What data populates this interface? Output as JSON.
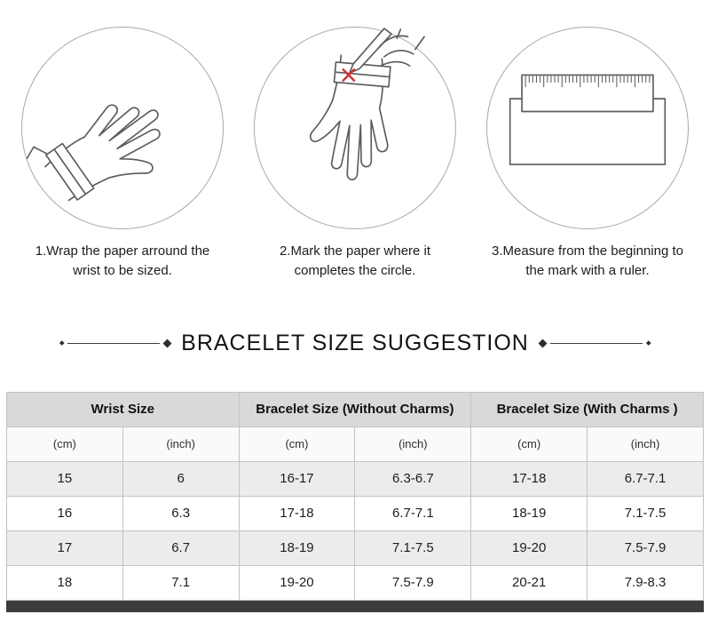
{
  "steps": [
    {
      "icon": "hand-wrapped-paper-icon",
      "caption": "1.Wrap the paper arround the wrist to be sized."
    },
    {
      "icon": "pen-marking-wrist-icon",
      "caption": "2.Mark the paper where it completes the circle."
    },
    {
      "icon": "ruler-measure-icon",
      "caption": "3.Measure from the beginning to the mark with a ruler."
    }
  ],
  "title": "BRACELET SIZE SUGGESTION",
  "table": {
    "groups": [
      "Wrist Size",
      "Bracelet Size (Without Charms)",
      "Bracelet Size (With Charms )"
    ],
    "units": [
      "(cm)",
      "(inch)",
      "(cm)",
      "(inch)",
      "(cm)",
      "(inch)"
    ],
    "rows": [
      [
        "15",
        "6",
        "16-17",
        "6.3-6.7",
        "17-18",
        "6.7-7.1"
      ],
      [
        "16",
        "6.3",
        "17-18",
        "6.7-7.1",
        "18-19",
        "7.1-7.5"
      ],
      [
        "17",
        "6.7",
        "18-19",
        "7.1-7.5",
        "19-20",
        "7.5-7.9"
      ],
      [
        "18",
        "7.1",
        "19-20",
        "7.5-7.9",
        "20-21",
        "7.9-8.3"
      ]
    ]
  },
  "colors": {
    "mark_x": "#cc3333",
    "table_header_bg": "#d9d9d9",
    "row_alt_bg": "#ececec",
    "partial_row_bg": "#3c3c3c"
  }
}
